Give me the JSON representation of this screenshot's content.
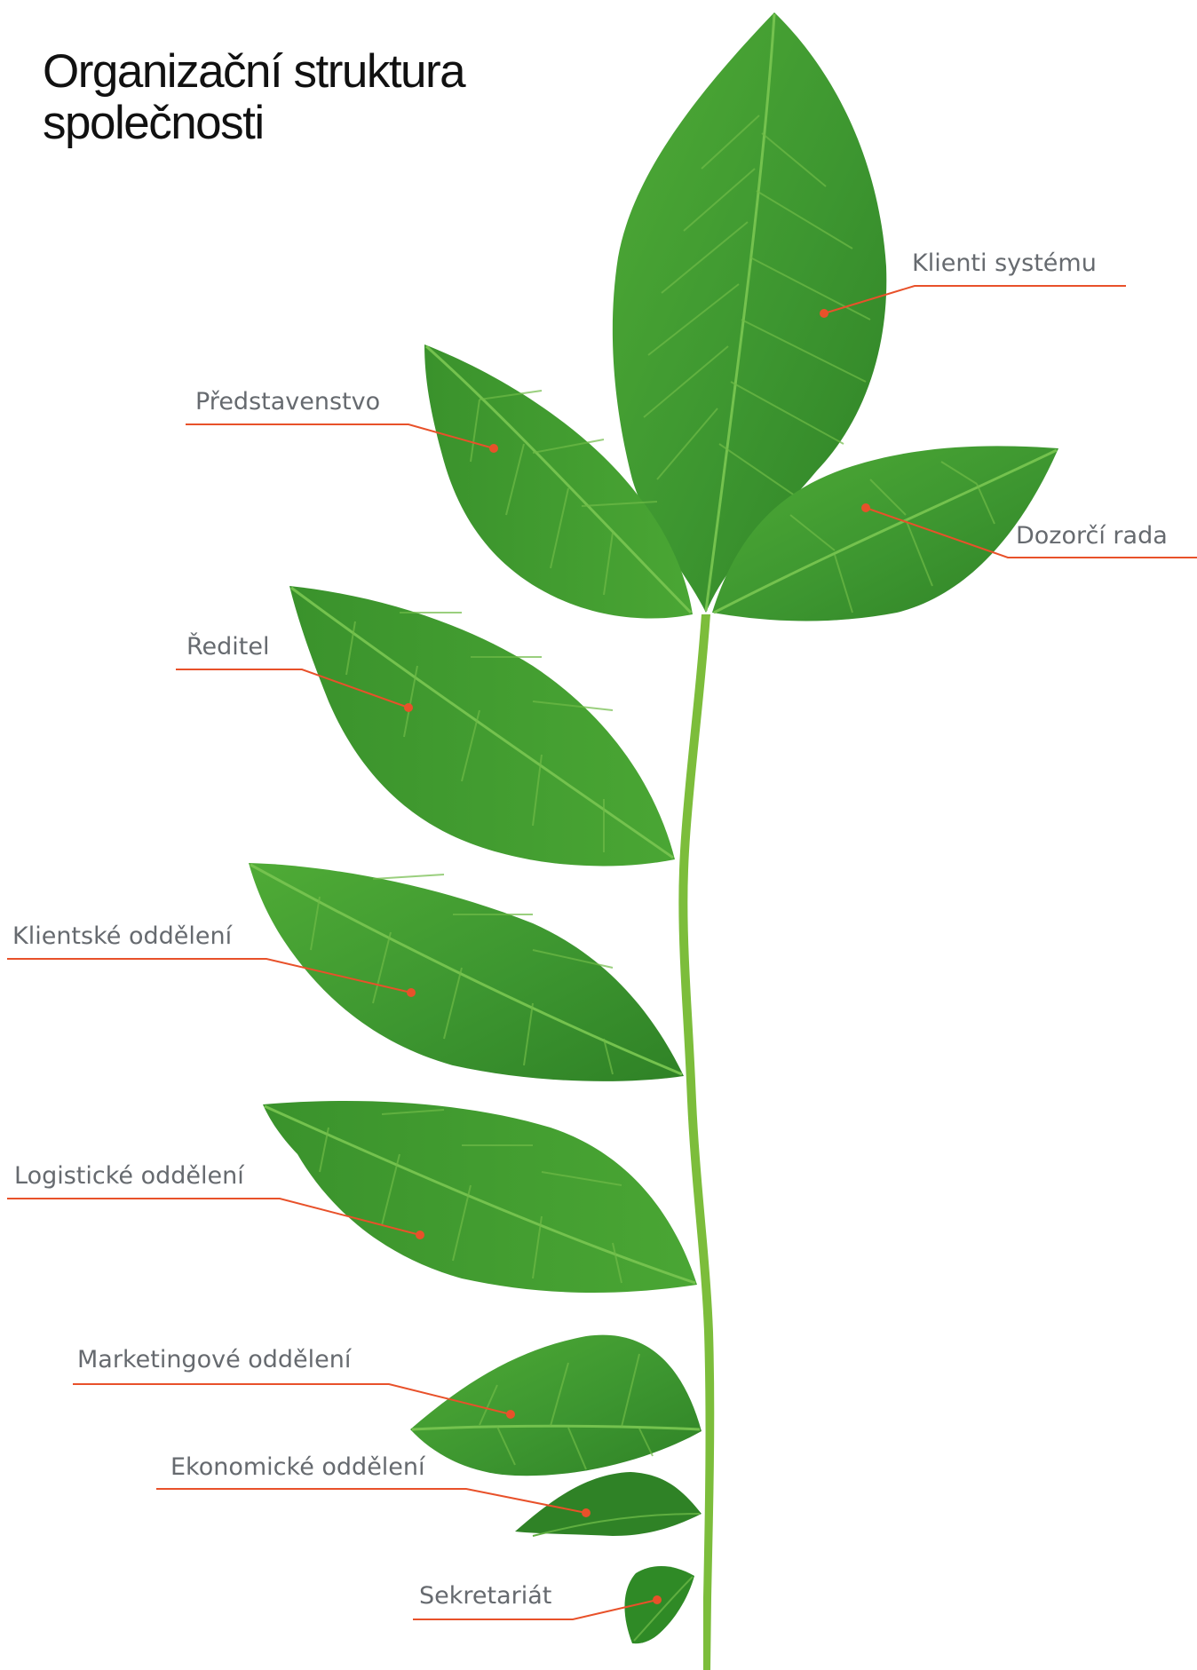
{
  "title": {
    "line1": "Organizační struktura",
    "line2": "společnosti"
  },
  "labels": {
    "klienti_systemu": "Klienti systému",
    "predstavenstvo": "Představenstvo",
    "dozorci_rada": "Dozorčí rada",
    "reditel": "Ředitel",
    "klientske_oddeleni": "Klientské oddělení",
    "logisticke_oddeleni": "Logistické oddělení",
    "marketingove_oddeleni": "Marketingové oddělení",
    "ekonomicke_oddeleni": "Ekonomické oddělení",
    "sekretariat": "Sekretariát"
  },
  "colors": {
    "accent": "#e8512a",
    "leaf": "#3f9a2f",
    "leaf_light": "#6cbf47",
    "leaf_dark": "#2c7a22",
    "stem": "#7cbd3b",
    "label_text": "#666a6f",
    "title_text": "#111111"
  }
}
